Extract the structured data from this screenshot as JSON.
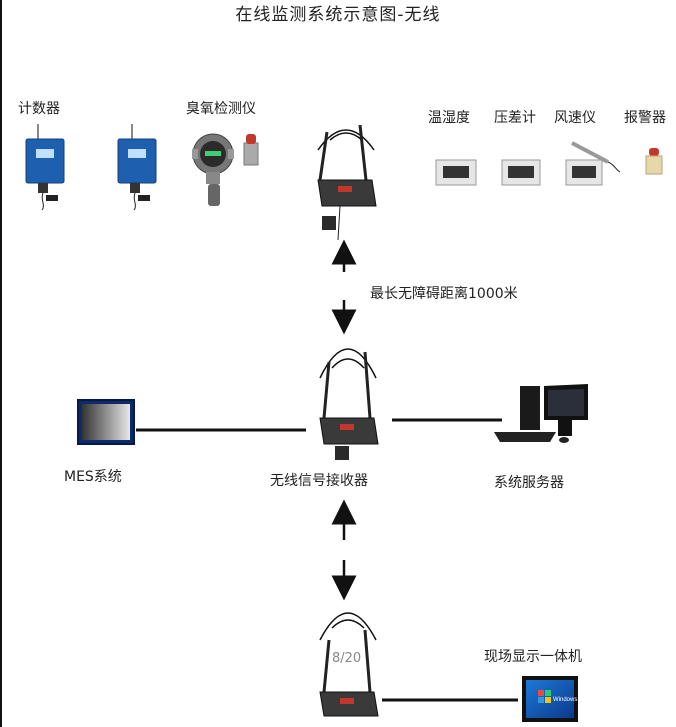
{
  "title": "在线监测系统示意图-无线",
  "devices": {
    "counter": "计数器",
    "ozone_detector": "臭氧检测仪",
    "temp_humidity": "温湿度",
    "pressure_diff": "压差计",
    "anemometer": "风速仪",
    "alarm": "报警器"
  },
  "link_note": "最长无障碍距离1000米",
  "nodes": {
    "mes": "MES系统",
    "receiver": "无线信号接收器",
    "server": "系统服务器",
    "onsite_display": "现场显示一体机"
  },
  "screen_brand": "Windows 7",
  "page_indicator": "8/20"
}
